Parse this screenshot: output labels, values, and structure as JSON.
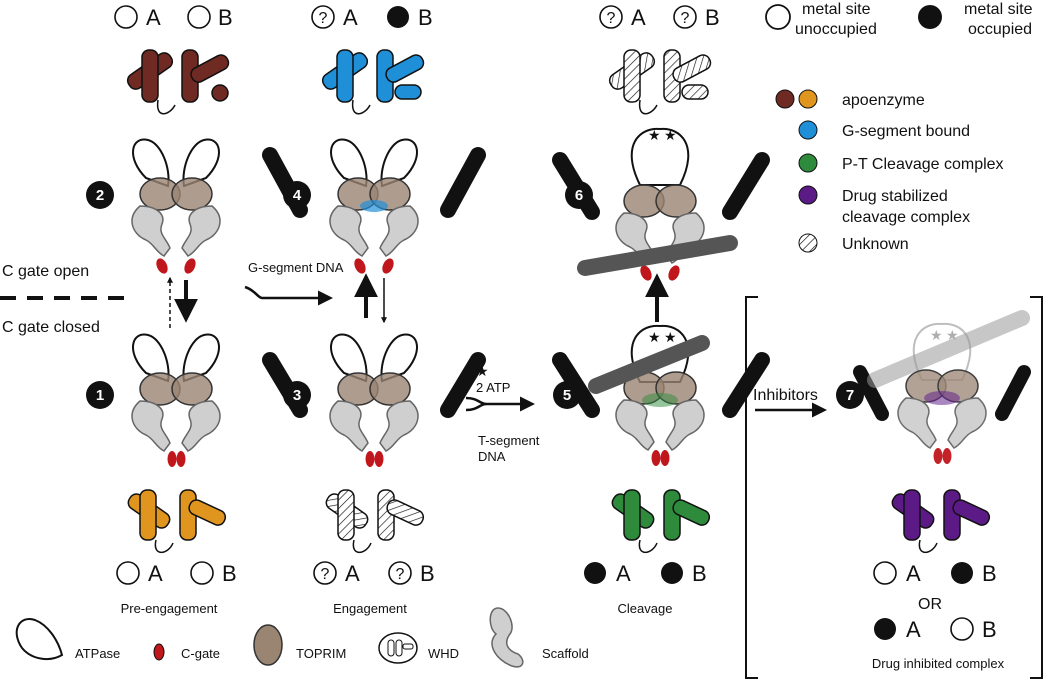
{
  "steps": {
    "s1": "1",
    "s2": "2",
    "s3": "3",
    "s4": "4",
    "s5": "5",
    "s6": "6",
    "s7": "7"
  },
  "site_letters": {
    "a": "A",
    "b": "B",
    "unknown_mark": "?"
  },
  "legend_top": {
    "unoccupied": [
      "metal site",
      "unoccupied"
    ],
    "occupied": [
      "metal site",
      "occupied"
    ]
  },
  "legend_colors": {
    "apoenzyme": {
      "label": "apoenzyme",
      "color1": "#6e2a23",
      "color2": "#e0961e"
    },
    "g_segment": {
      "label": "G-segment bound",
      "color": "#1f8fd8"
    },
    "pt_cleavage": {
      "label": "P-T Cleavage complex",
      "color": "#2e8b3c"
    },
    "drug": {
      "label": [
        "Drug stabilized",
        "cleavage complex"
      ],
      "color": "#5c1a86"
    },
    "unknown": {
      "label": "Unknown"
    }
  },
  "gate": {
    "open": "C gate open",
    "closed": "C gate closed"
  },
  "arrows": {
    "g_segment_dna": "G-segment DNA",
    "atp": "2 ATP",
    "t_segment": [
      "T-segment",
      "DNA"
    ],
    "inhibitors": "Inhibitors",
    "or": "OR"
  },
  "captions": {
    "pre_engagement": "Pre-engagement",
    "engagement": "Engagement",
    "cleavage": "Cleavage",
    "drug_inhibited": "Drug inhibited complex"
  },
  "bottom_legend": {
    "atpase": "ATPase",
    "cgate": "C-gate",
    "toprim": "TOPRIM",
    "whd": "WHD",
    "scaffold": "Scaffold"
  }
}
